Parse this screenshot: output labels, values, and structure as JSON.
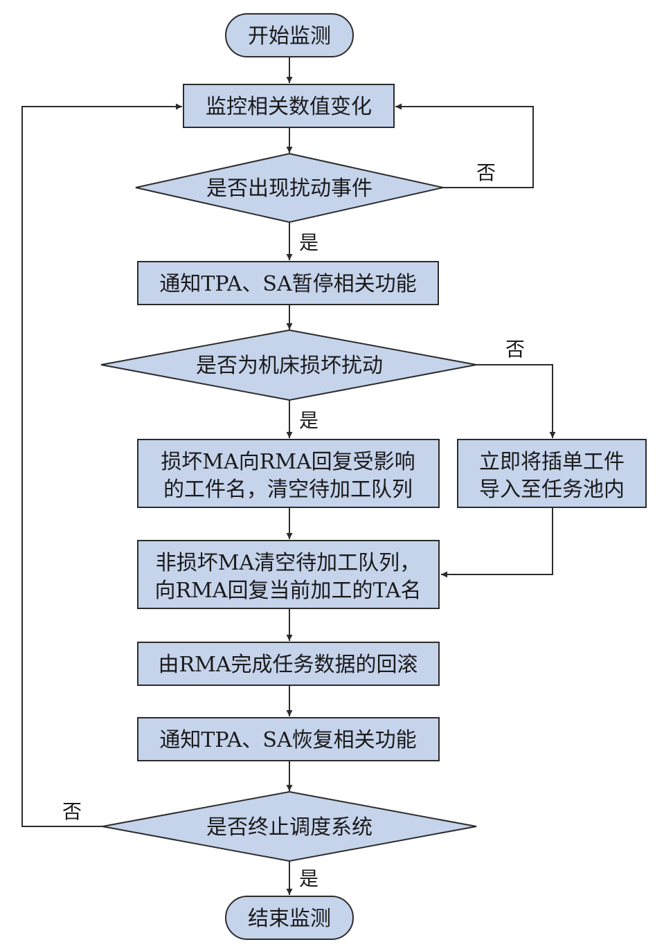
{
  "nodes": {
    "start": "开始监测",
    "monitor": "监控相关数值变化",
    "q_disturb": "是否出现扰动事件",
    "notify_pause": "通知TPA、SA暂停相关功能",
    "q_machine": "是否为机床损坏扰动",
    "damaged_1": "损坏MA向RMA回复受影响",
    "damaged_2": "的工件名，清空待加工队列",
    "insert_1": "立即将插单工件",
    "insert_2": "导入至任务池内",
    "nondamaged_1": "非损坏MA清空待加工队列，",
    "nondamaged_2": "向RMA回复当前加工的TA名",
    "rollback": "由RMA完成任务数据的回滚",
    "notify_resume": "通知TPA、SA恢复相关功能",
    "q_terminate": "是否终止调度系统",
    "end": "结束监测"
  },
  "edge_labels": {
    "no_disturb": "否",
    "yes_disturb": "是",
    "no_machine": "否",
    "yes_machine": "是",
    "no_terminate": "否",
    "yes_terminate": "是"
  },
  "colors": {
    "node_fill": "#c5d3eb",
    "stroke": "#2b2b2b"
  }
}
